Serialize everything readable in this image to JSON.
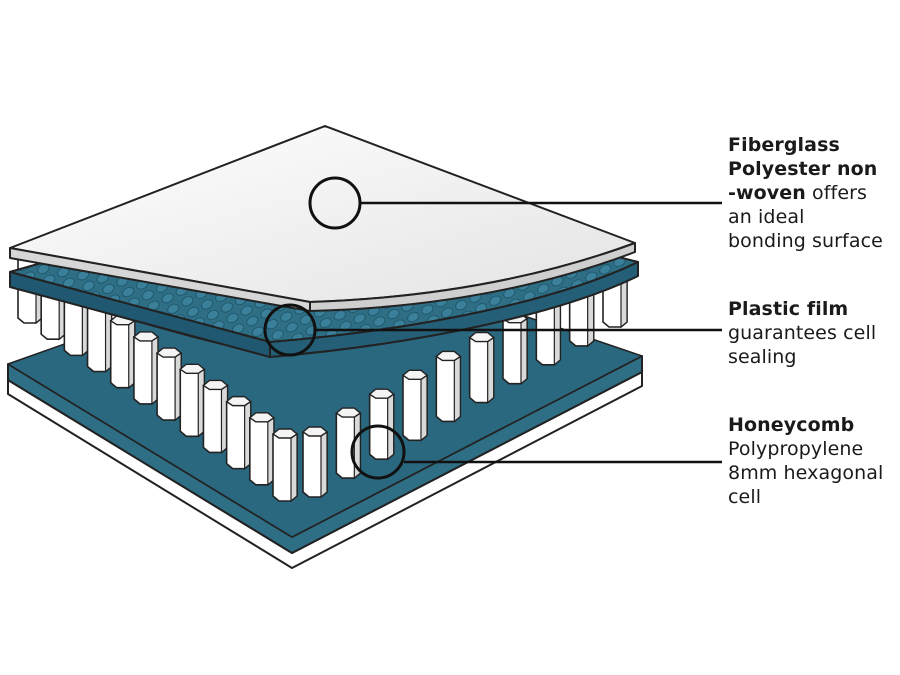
{
  "colors": {
    "teal_layer": "#2f6f86",
    "teal_dark": "#1f5870",
    "skin_top": "#f2f2f2",
    "outline": "#222222",
    "cell_white": "#ffffff",
    "cell_shadow": "#cfcfcf"
  },
  "labels": {
    "fiberglass": {
      "bold_1": "Fiberglass",
      "bold_2": "Polyester non",
      "bold_3": "-woven",
      "text_3": " offers",
      "text_4": "an ideal",
      "text_5": "bonding surface"
    },
    "plastic": {
      "bold_1": "Plastic film",
      "text_2": "guarantees cell",
      "text_3": "sealing"
    },
    "honeycomb": {
      "bold_1": "Honeycomb",
      "text_2": "Polypropylene",
      "text_3": "8mm hexagonal",
      "text_4": "cell"
    }
  }
}
